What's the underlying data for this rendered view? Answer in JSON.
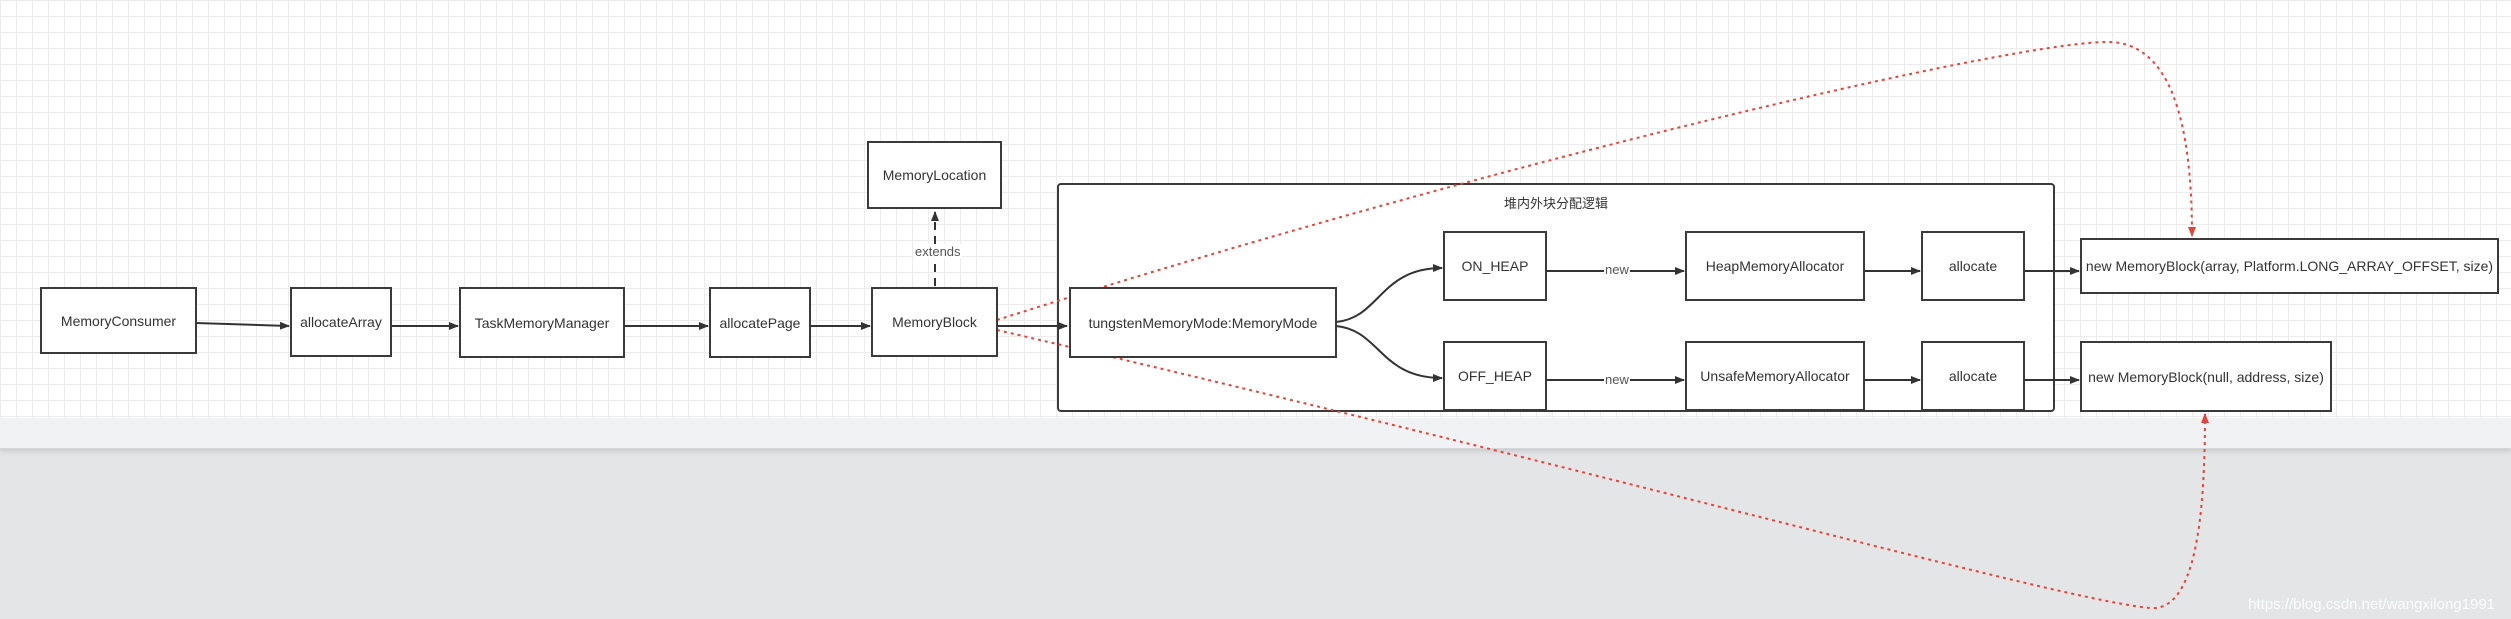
{
  "diagram": {
    "group_title": "堆内外块分配逻辑",
    "nodes": {
      "memory_consumer": "MemoryConsumer",
      "allocate_array": "allocateArray",
      "task_memory_manager": "TaskMemoryManager",
      "allocate_page": "allocatePage",
      "memory_block": "MemoryBlock",
      "memory_location": "MemoryLocation",
      "tungsten_memory_mode": "tungstenMemoryMode:MemoryMode",
      "on_heap": "ON_HEAP",
      "off_heap": "OFF_HEAP",
      "heap_memory_allocator": "HeapMemoryAllocator",
      "unsafe_memory_allocator": "UnsafeMemoryAllocator",
      "allocate_heap": "allocate",
      "allocate_offheap": "allocate",
      "new_block_heap": "new MemoryBlock(array, Platform.LONG_ARRAY_OFFSET, size)",
      "new_block_offheap": "new MemoryBlock(null, address, size)"
    },
    "edge_labels": {
      "extends": "extends",
      "new_heap": "new",
      "new_offheap": "new"
    },
    "colors": {
      "edge": "#333333",
      "highlight_edge": "#e8433a",
      "node_border": "#3a3a3a"
    }
  },
  "watermark": "https://blog.csdn.net/wangxilong1991"
}
